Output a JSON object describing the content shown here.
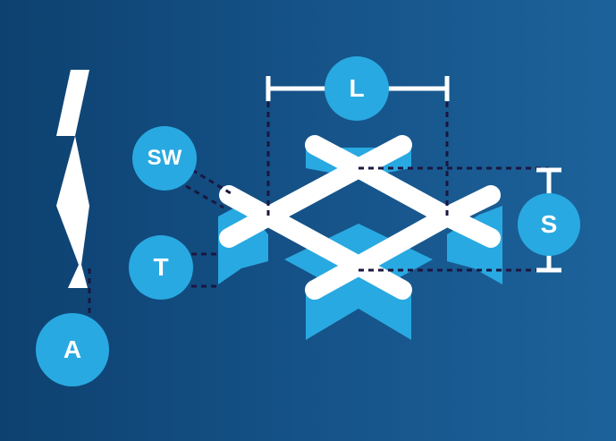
{
  "labels": {
    "length": "L",
    "strand_width": "SW",
    "thickness": "T",
    "short_way": "S",
    "a": "A"
  },
  "colors": {
    "background": "#12497c",
    "badge": "#29a9e1",
    "mesh_face": "#ffffff",
    "mesh_side": "#29a9e1",
    "dash_line": "#1a1740",
    "dimension_bar": "#ffffff"
  }
}
